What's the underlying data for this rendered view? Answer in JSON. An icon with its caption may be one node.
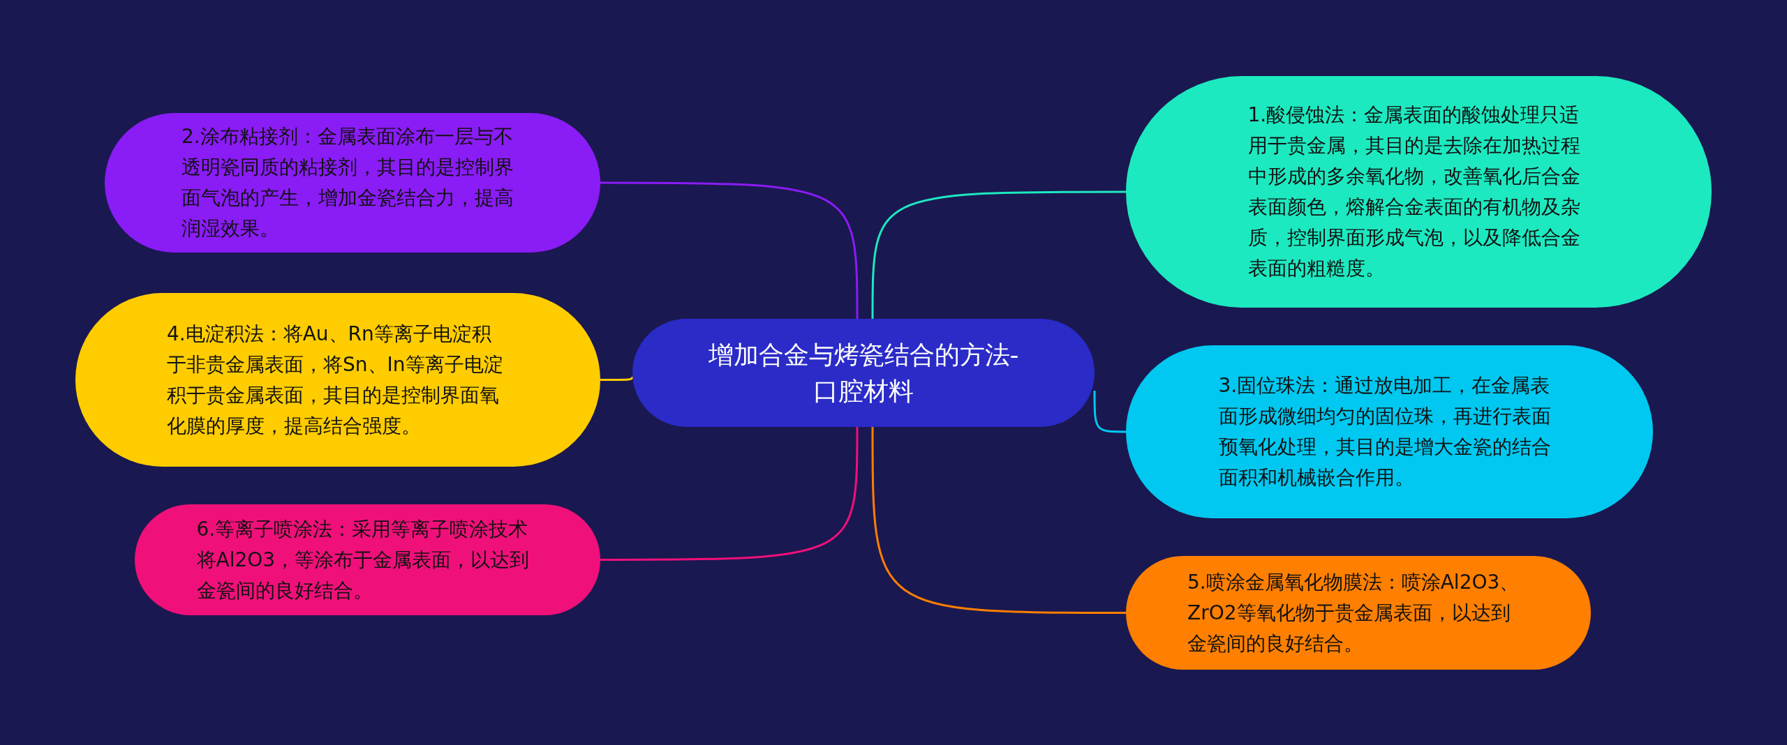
{
  "diagram": {
    "nodes": [
      {
        "text": [
          "增加合金与烤瓷结合的方法-口腔材料"
        ]
      },
      {
        "text": [
          "1.酸侵蚀法：金属表面的酸蚀处理只适用于贵金属，其目的是去除在加热过程中形成的多余氧化物，改善氧化后合金表面颜色，熔解合金表面的有机物及杂质，控制界面形成气泡，以及降低合金表面的粗糙度。"
        ]
      },
      {
        "text": [
          "2.涂布粘接剂：金属表面涂布一层与不透明瓷同质的粘接剂，其目的是控制界面气泡的产生，增加金瓷结合力，提高润湿效果。"
        ]
      },
      {
        "text": [
          "3.固位珠法：通过放电加工，在金属表面形成微细均匀的固位珠，再进行表面预氧化处理，其目的是增大金瓷的结合面积和机械嵌合作用。"
        ]
      },
      {
        "text": [
          "4.电淀积法：将Au、Rn等离子电淀积于非贵金属表面，将Sn、In等离子电淀积于贵金属表面，其目的是控制界面氧化膜的厚度，提高结合强度。"
        ]
      },
      {
        "text": [
          "5.喷涂金属氧化物膜法：喷涂Al2O3、ZrO2等氧化物于贵金属表面，以达到金瓷间的良好结合。"
        ]
      },
      {
        "text": [
          "6.等离子喷涂法：采用等离子喷涂技术将Al2O3，等涂布于金属表面，以达到金瓷间的良好结合。"
        ]
      }
    ],
    "edges": [
      {
        "from": 0,
        "to": 1,
        "arrow": "none",
        "color": "#1de9c0"
      },
      {
        "from": 0,
        "to": 2,
        "arrow": "none",
        "color": "#8a1cf5"
      },
      {
        "from": 0,
        "to": 3,
        "arrow": "none",
        "color": "#00c8f0"
      },
      {
        "from": 0,
        "to": 4,
        "arrow": "none",
        "color": "#ffcc00"
      },
      {
        "from": 0,
        "to": 5,
        "arrow": "none",
        "color": "#ff7f00"
      },
      {
        "from": 0,
        "to": 6,
        "arrow": "none",
        "color": "#f0107a"
      }
    ]
  }
}
